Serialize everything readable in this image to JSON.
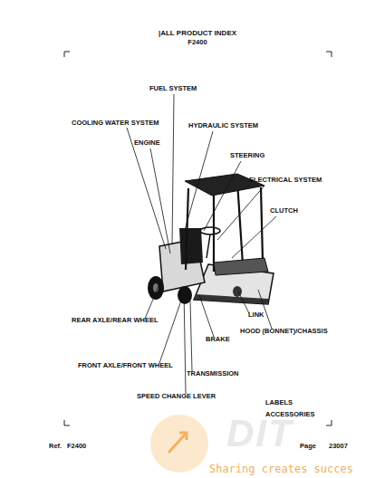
{
  "diagram": {
    "title": "|ALL PRODUCT INDEX",
    "labels": [
      "F2400",
      "FUEL SYSTEM",
      "COOLING WATER SYSTEM",
      "HYDRAULIC SYSTEM",
      "ENGINE",
      "STEERING",
      "ELECTRICAL SYSTEM",
      "CLUTCH",
      "LINK",
      "REAR AXLE/REAR WHEEL",
      "HOOD (BONNET)/CHASSIS",
      "BRAKE",
      "FRONT AXLE/FRONT WHEEL",
      "TRANSMISSION",
      "SPEED CHANGE LEVER",
      "LABELS",
      "ACCESSORIES",
      "Ref.",
      "F2400",
      "Page",
      "23007",
      "DIT",
      "Sharing creates succes"
    ]
  }
}
